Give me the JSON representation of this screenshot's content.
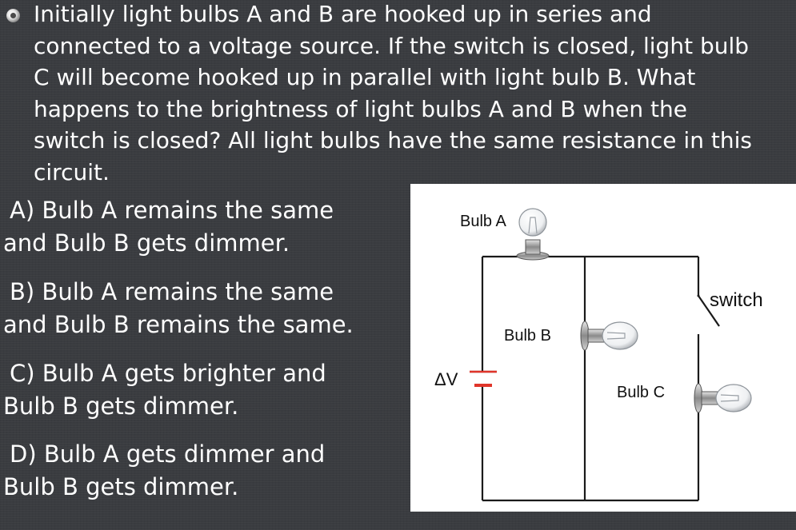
{
  "question": {
    "bullet_icon": "circle-bullet",
    "text": "Initially light bulbs A and B are hooked up in series and connected to a voltage source.  If the switch is closed, light bulb C will become hooked up in parallel with light bulb B.  What happens to the brightness of light bulbs A and B when the switch is closed?  All light bulbs have the same resistance in this circuit."
  },
  "options": [
    {
      "line1": "A)  Bulb A remains the same",
      "line2": "and Bulb B gets dimmer."
    },
    {
      "line1": "B)  Bulb A remains the same",
      "line2": "and Bulb B remains the same."
    },
    {
      "line1": "C)  Bulb A gets brighter and",
      "line2": "Bulb B gets dimmer."
    },
    {
      "line1": "D)  Bulb A gets dimmer and",
      "line2": "Bulb B gets dimmer."
    }
  ],
  "diagram": {
    "bulb_a_label": "Bulb A",
    "bulb_b_label": "Bulb B",
    "bulb_c_label": "Bulb C",
    "voltage_label": "ΔV",
    "switch_label": "switch"
  },
  "colors": {
    "background": "#3a3c40",
    "text": "#ffffff",
    "panel": "#ffffff",
    "wire": "#1a1a1a"
  }
}
